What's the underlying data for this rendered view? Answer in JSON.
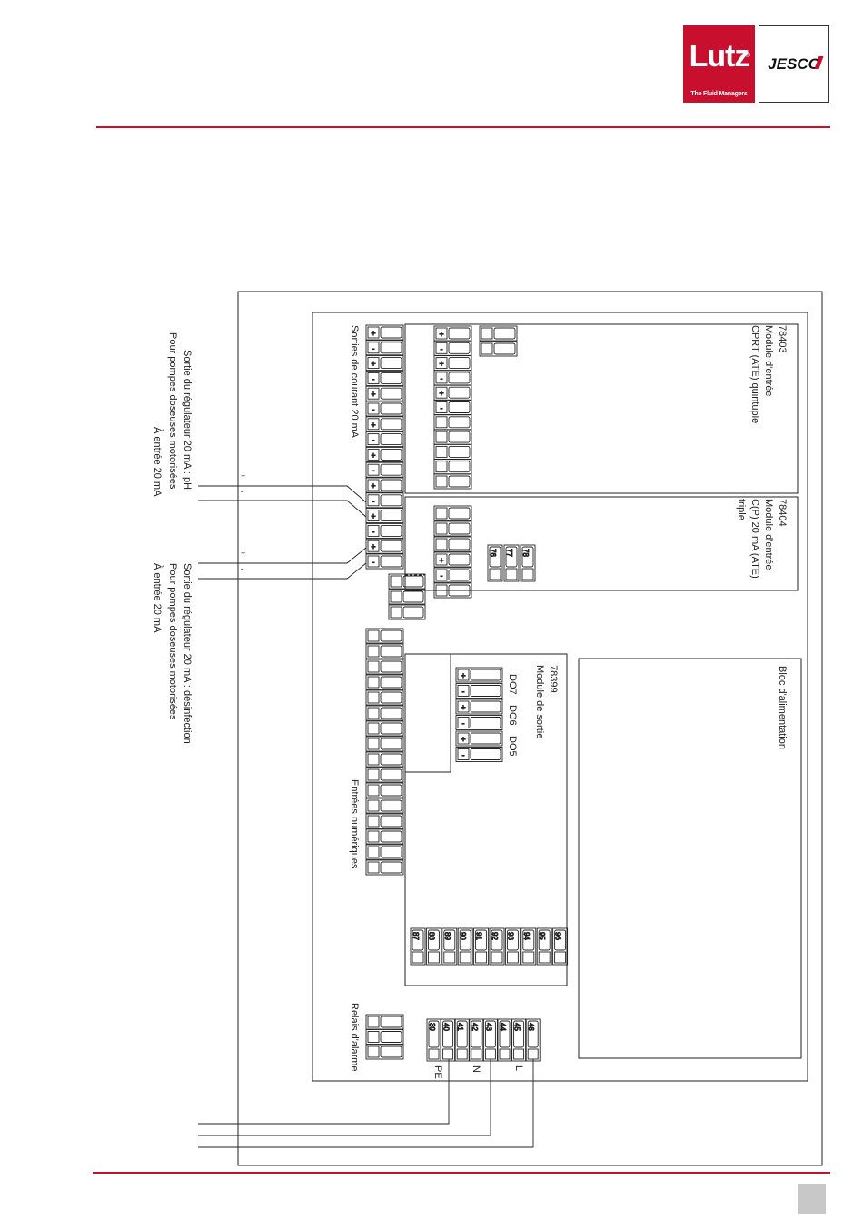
{
  "brand": {
    "lutz_name": "Lutz",
    "lutz_reg": "®",
    "lutz_tagline": "The Fluid Managers",
    "jesco_name": "JESCO",
    "primary_color": "#c8102e"
  },
  "diagram": {
    "module_78403": {
      "number": "78403",
      "line1": "Module d'entrée",
      "line2": "CPRT (ATE) quintuple"
    },
    "module_78404": {
      "number": "78404",
      "line1": "Module d'entrée",
      "line2": "C(P) 20 mA (ATE)",
      "line3": "triple",
      "terminals": [
        "76",
        "77",
        "78"
      ]
    },
    "module_78399": {
      "number": "78399",
      "line1": "Module de sortie",
      "do_labels": [
        "DO7",
        "DO6",
        "DO5"
      ],
      "terminals": [
        "87",
        "88",
        "89",
        "90",
        "91",
        "92",
        "93",
        "94",
        "95",
        "96"
      ]
    },
    "power_block": {
      "label": "Bloc d'alimentation",
      "terminals": [
        "39",
        "40",
        "41",
        "42",
        "43",
        "44",
        "45",
        "46"
      ],
      "pe_label": "PE",
      "n_label": "N",
      "l_label": "L"
    },
    "current_outputs_label": "Sorties de courant 20 mA",
    "digital_inputs_label": "Entrées numériques",
    "alarm_relay_label": "Relais d'alarme",
    "ext_ph": {
      "line1": "Sortie du régulateur 20 mA : pH",
      "line2": "Pour pompes doseuses motorisées",
      "line3": "À entrée 20 mA"
    },
    "ext_disinfection": {
      "line1": "Sortie du régulateur 20 mA : désinfection",
      "line2": "Pour pompes doseuses motorisées",
      "line3": "À entrée 20 mA"
    },
    "plus_sign": "+",
    "minus_sign": "-"
  }
}
